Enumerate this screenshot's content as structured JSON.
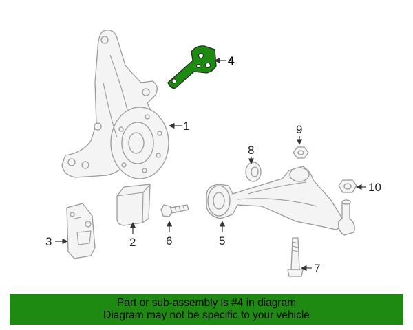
{
  "colors": {
    "highlight": "#1f8a12",
    "banner_background": "#1f8a12",
    "part_stroke": "#9a9a9a"
  },
  "callouts": {
    "c1": "1",
    "c2": "2",
    "c3": "3",
    "c4": "4",
    "c5": "5",
    "c6": "6",
    "c7": "7",
    "c8": "8",
    "c9": "9",
    "c10": "10"
  },
  "highlighted_part": "4",
  "banner": {
    "line1": "Part or sub-assembly is #4 in diagram",
    "line2": "Diagram may not be specific to your vehicle"
  }
}
